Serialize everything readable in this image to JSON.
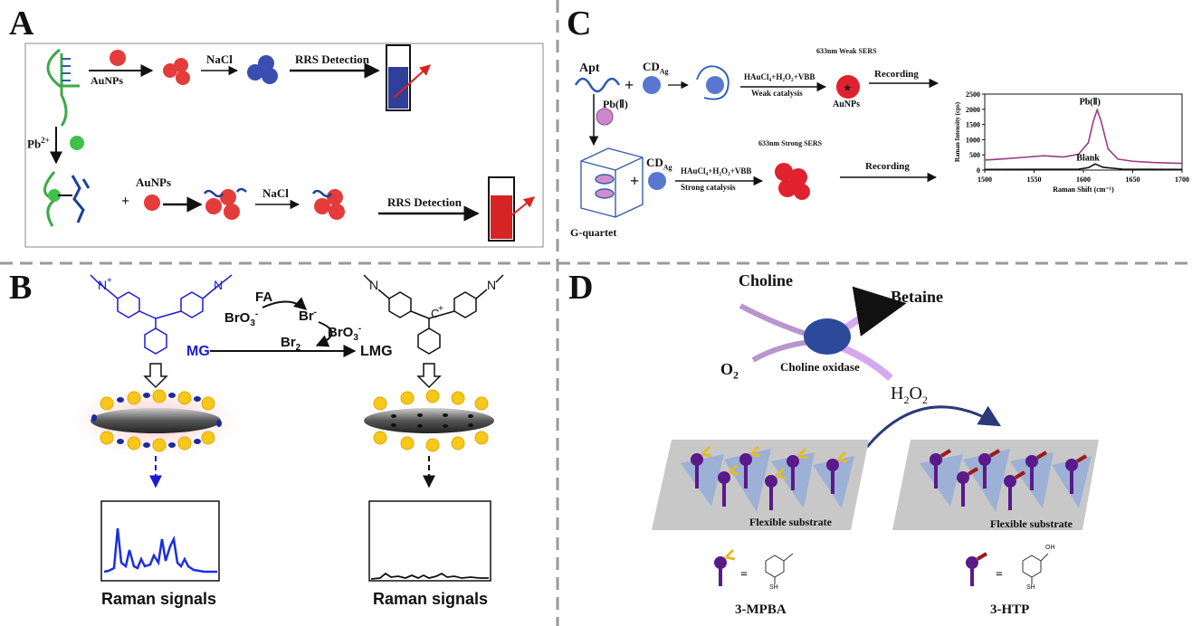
{
  "panels": {
    "A": {
      "letter": "A",
      "reagent_top": "AuNPs",
      "nacl_top": "NaCl",
      "rrs_top": "RRS Detection",
      "pb": "Pb",
      "pb_sup": "2+",
      "reagent_bottom": "AuNPs",
      "plus": "+",
      "nacl_bottom": "NaCl",
      "rrs_bottom": "RRS Detection"
    },
    "B": {
      "letter": "B",
      "fa": "FA",
      "bro3_left": "BrO",
      "sub3": "3",
      "sup_minus": "-",
      "br_minus": "Br",
      "bro3_right": "BrO",
      "br2": "Br",
      "sub2": "2",
      "mg": "MG",
      "lmg": "LMG",
      "raman_left": "Raman signals",
      "raman_right": "Raman signals",
      "mg_color": "#1a1ad6",
      "spectrum_color": "#1b2fe0"
    },
    "C": {
      "letter": "C",
      "apt": "Apt",
      "plus1": "+",
      "cd_top": "CD",
      "cd_sub": "Ag",
      "pb": "Pb(Ⅱ)",
      "cond_top": "HAuCl₄+H₂O₂+VBB",
      "weak_catalysis": "Weak catalysis",
      "weak_sers": "633nm Weak SERS",
      "aunps": "AuNPs",
      "recording_top": "Recording",
      "plus2": "+",
      "cd_bottom": "CD",
      "cond_bottom": "HAuCl₄+H₂O₂+VBB",
      "strong_catalysis": "Strong catalysis",
      "strong_sers": "633nm Strong SERS",
      "recording_bottom": "Recording",
      "gquartet": "G-quartet"
    },
    "D": {
      "letter": "D",
      "choline": "Choline",
      "betaine": "Betaine",
      "o2": "O",
      "o2_sub": "2",
      "enzyme": "Choline oxidase",
      "h2o2": "H",
      "h2o2_sub1": "2",
      "h2o2_mid": "O",
      "h2o2_sub2": "2",
      "substrate_left": "Flexible substrate",
      "substrate_right": "Flexible substrate",
      "eq1": "=",
      "eq2": "=",
      "mpba": "3-MPBA",
      "htp": "3-HTP",
      "oh_label": "OH",
      "sh_label": "SH"
    }
  },
  "chart_data": {
    "type": "line",
    "xlabel": "Raman Shift (cm⁻¹)",
    "ylabel": "Raman Intensity (cps)",
    "xlim": [
      1500,
      1700
    ],
    "ylim": [
      0,
      2500
    ],
    "xticks": [
      "1500",
      "1550",
      "1600",
      "1650",
      "1700"
    ],
    "yticks": [
      "0",
      "500",
      "1000",
      "1500",
      "2000",
      "2500"
    ],
    "series": [
      {
        "name": "Pb(Ⅱ)",
        "color": "#9a3a8a",
        "x": [
          1500,
          1520,
          1540,
          1560,
          1580,
          1595,
          1605,
          1610,
          1614,
          1618,
          1625,
          1635,
          1650,
          1670,
          1690,
          1700
        ],
        "y": [
          330,
          370,
          420,
          470,
          430,
          520,
          900,
          1600,
          1980,
          1600,
          700,
          360,
          290,
          250,
          230,
          220
        ]
      },
      {
        "name": "Blank",
        "color": "#111111",
        "x": [
          1500,
          1550,
          1595,
          1605,
          1612,
          1620,
          1640,
          1700
        ],
        "y": [
          20,
          25,
          30,
          80,
          200,
          90,
          30,
          20
        ]
      }
    ]
  }
}
